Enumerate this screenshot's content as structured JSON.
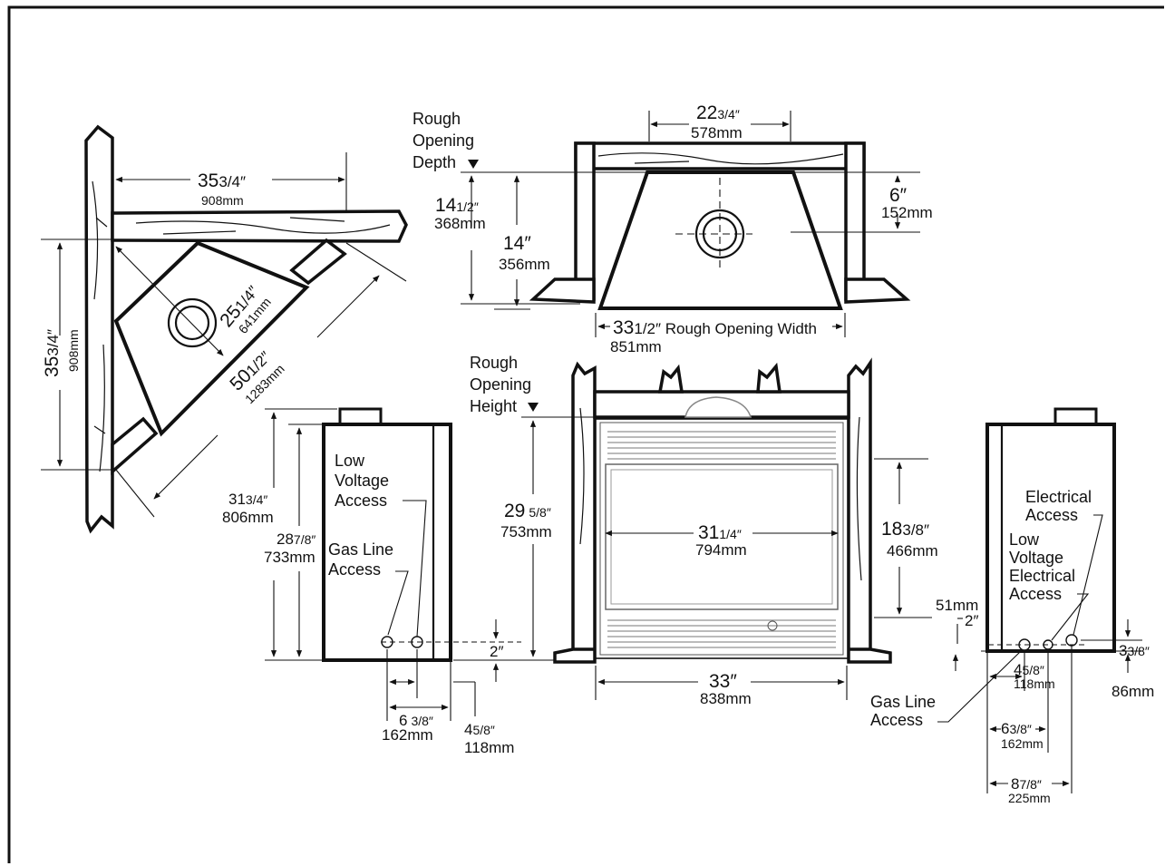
{
  "corner": {
    "width_in": "35",
    "width_frac": "3/4″",
    "width_mm": "908mm",
    "depth_in": "35",
    "depth_frac": "3/4″",
    "depth_mm": "908mm",
    "diag_in": "25",
    "diag_frac": "1/4″",
    "diag_mm": "641mm",
    "chord_in": "50",
    "chord_frac": "1/2″",
    "chord_mm": "1283mm"
  },
  "top_view": {
    "rough_opening_depth": [
      "Rough",
      "Opening",
      "Depth"
    ],
    "flue_in": "22",
    "flue_frac": "3/4″",
    "flue_mm": "578mm",
    "depth_total_in": "14",
    "depth_total_frac": "1/2″",
    "depth_total_mm": "368mm",
    "depth_unit_in": "14″",
    "depth_unit_mm": "356mm",
    "flue_offset_in": "6″",
    "flue_offset_mm": "152mm",
    "width_in": "33",
    "width_frac": "1/2″ Rough Opening Width",
    "width_mm": "851mm"
  },
  "front_view": {
    "rough_opening_height": [
      "Rough",
      "Opening",
      "Height"
    ],
    "height_in": "29",
    "height_frac": "5/8″",
    "height_mm": "753mm",
    "opening_w_in": "31",
    "opening_w_frac": "1/4″",
    "opening_w_mm": "794mm",
    "opening_h_in": "18",
    "opening_h_frac": "3/8″",
    "opening_h_mm": "466mm",
    "base_w_in": "33″",
    "base_w_mm": "838mm"
  },
  "left_side": {
    "low_voltage": [
      "Low",
      "Voltage",
      "Access"
    ],
    "gas_line": [
      "Gas Line",
      "Access"
    ],
    "total_h_in": "31",
    "total_h_frac": "3/4″",
    "total_h_mm": "806mm",
    "body_h_in": "28",
    "body_h_frac": "7/8″",
    "body_h_mm": "733mm",
    "gas_h_in": "2″",
    "gas_x_in": "6",
    "gas_x_frac": "3/8″",
    "gas_x_mm": "162mm",
    "lv_x_in": "4",
    "lv_x_frac": "5/8″",
    "lv_x_mm": "118mm"
  },
  "right_side": {
    "electrical": [
      "Electrical",
      "Access"
    ],
    "low_voltage_elec": [
      "Low",
      "Voltage",
      "Electrical",
      "Access"
    ],
    "gas_line": [
      "Gas Line",
      "Access"
    ],
    "h51_mm": "51mm",
    "h2_in": "2″",
    "h33_in": "3",
    "h33_frac": "3/8″",
    "h33_mm": "86mm",
    "x45_in": "4",
    "x45_frac": "5/8″",
    "x45_mm": "118mm",
    "x63_in": "6",
    "x63_frac": "3/8″",
    "x63_mm": "162mm",
    "x87_in": "8",
    "x87_frac": "7/8″",
    "x87_mm": "225mm"
  }
}
